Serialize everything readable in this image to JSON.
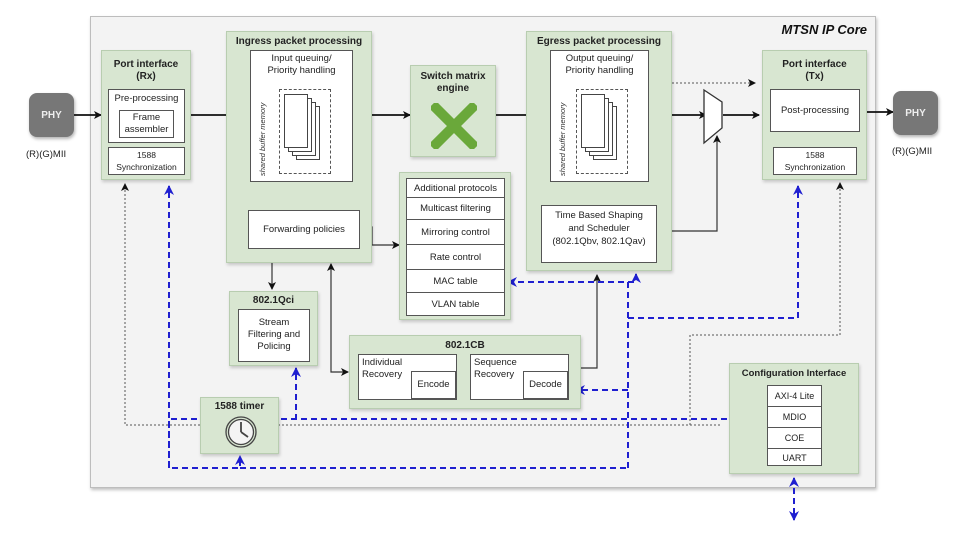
{
  "title": "MTSN IP Core",
  "phy_left": {
    "label": "PHY",
    "interface": "(R)(G)MII"
  },
  "phy_right": {
    "label": "PHY",
    "interface": "(R)(G)MII"
  },
  "port_rx": {
    "title_line1": "Port interface",
    "title_line2": "(Rx)",
    "preprocessing": "Pre-processing",
    "frame_assembler_line1": "Frame",
    "frame_assembler_line2": "assembler",
    "sync_line1": "1588",
    "sync_line2": "Synchronization"
  },
  "ingress": {
    "title": "Ingress packet processing",
    "queue_line1": "Input queuing/",
    "queue_line2": "Priority handling",
    "memory_label": "shared buffer memory",
    "forwarding": "Forwarding policies"
  },
  "switch": {
    "title_line1": "Switch matrix",
    "title_line2": "engine",
    "icon": "cross-icon"
  },
  "tables": {
    "items": [
      "Additional protocols",
      "Multicast filtering",
      "Mirroring control",
      "Rate control",
      "MAC table",
      "VLAN table"
    ]
  },
  "egress": {
    "title": "Egress packet processing",
    "queue_line1": "Output queuing/",
    "queue_line2": "Priority handling",
    "memory_label": "shared buffer memory",
    "shaper_line1": "Time Based Shaping",
    "shaper_line2": "and Scheduler",
    "shaper_line3": "(802.1Qbv, 802.1Qav)"
  },
  "port_tx": {
    "title_line1": "Port interface",
    "title_line2": "(Tx)",
    "postprocessing": "Post-processing",
    "sync_line1": "1588",
    "sync_line2": "Synchronization"
  },
  "qci": {
    "title": "802.1Qci",
    "line1": "Stream",
    "line2": "Filtering and",
    "line3": "Policing"
  },
  "cb": {
    "title": "802.1CB",
    "individual_line1": "Individual",
    "individual_line2": "Recovery",
    "encode": "Encode",
    "sequence_line1": "Sequence",
    "sequence_line2": "Recovery",
    "decode": "Decode"
  },
  "timer": {
    "title": "1588 timer",
    "icon": "clock-icon"
  },
  "config": {
    "title": "Configuration Interface",
    "items": [
      "AXI-4 Lite",
      "MDIO",
      "COE",
      "UART"
    ]
  },
  "colors": {
    "panel_green": "#d8e6d1",
    "cross_green": "#6aa83a",
    "blue_dashed": "#1f1fd0",
    "phy_gray": "#777777"
  }
}
